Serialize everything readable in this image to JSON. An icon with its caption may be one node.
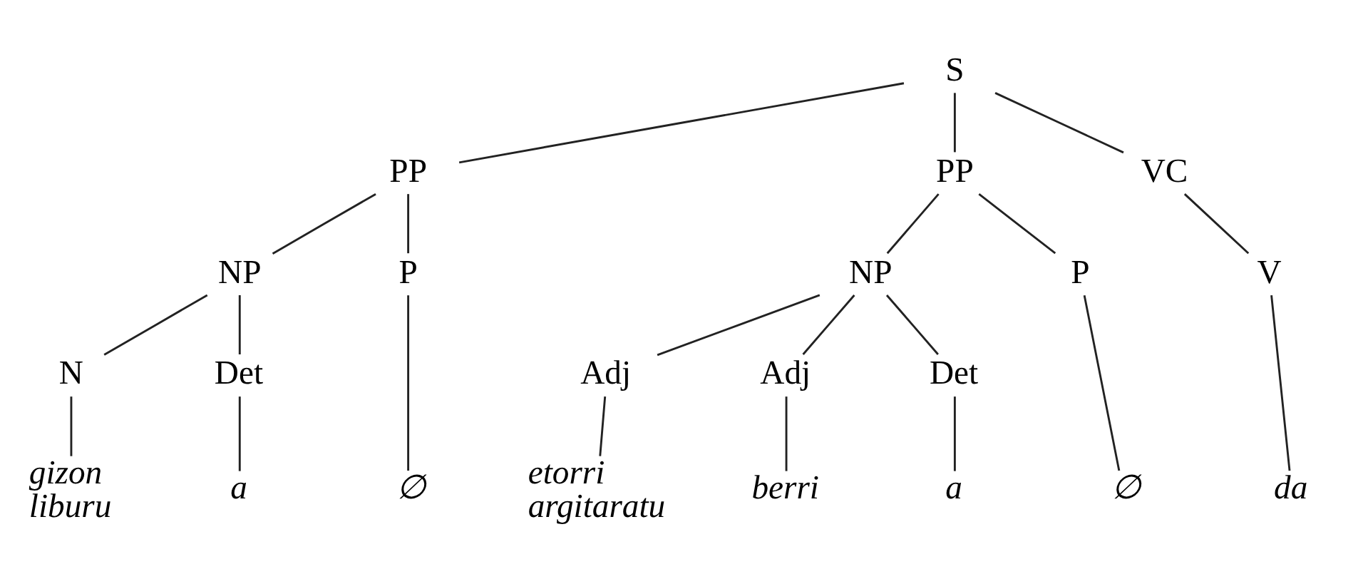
{
  "diagram": {
    "nodes": [
      {
        "text": [
          "S"
        ]
      },
      {
        "text": [
          "PP"
        ]
      },
      {
        "text": [
          "PP"
        ]
      },
      {
        "text": [
          "VC"
        ]
      },
      {
        "text": [
          "NP"
        ]
      },
      {
        "text": [
          "P"
        ]
      },
      {
        "text": [
          "NP"
        ]
      },
      {
        "text": [
          "P"
        ]
      },
      {
        "text": [
          "V"
        ]
      },
      {
        "text": [
          "N"
        ]
      },
      {
        "text": [
          "Det"
        ]
      },
      {
        "text": [
          "Adj"
        ]
      },
      {
        "text": [
          "Adj"
        ]
      },
      {
        "text": [
          "Det"
        ]
      },
      {
        "text": [
          "gizon liburu"
        ]
      },
      {
        "text": [
          "a"
        ]
      },
      {
        "text": [
          "∅"
        ]
      },
      {
        "text": [
          "etorri argitaratu"
        ]
      },
      {
        "text": [
          "berri"
        ]
      },
      {
        "text": [
          "a"
        ]
      },
      {
        "text": [
          "∅"
        ]
      },
      {
        "text": [
          "da"
        ]
      }
    ],
    "edges": [
      {
        "from": 0,
        "to": 1,
        "arrow": "none"
      },
      {
        "from": 0,
        "to": 2,
        "arrow": "none"
      },
      {
        "from": 0,
        "to": 3,
        "arrow": "none"
      },
      {
        "from": 1,
        "to": 4,
        "arrow": "none"
      },
      {
        "from": 1,
        "to": 5,
        "arrow": "none"
      },
      {
        "from": 2,
        "to": 6,
        "arrow": "none"
      },
      {
        "from": 2,
        "to": 7,
        "arrow": "none"
      },
      {
        "from": 3,
        "to": 8,
        "arrow": "none"
      },
      {
        "from": 4,
        "to": 9,
        "arrow": "none"
      },
      {
        "from": 4,
        "to": 10,
        "arrow": "none"
      },
      {
        "from": 5,
        "to": 16,
        "arrow": "none"
      },
      {
        "from": 6,
        "to": 11,
        "arrow": "none"
      },
      {
        "from": 6,
        "to": 12,
        "arrow": "none"
      },
      {
        "from": 6,
        "to": 13,
        "arrow": "none"
      },
      {
        "from": 7,
        "to": 20,
        "arrow": "none"
      },
      {
        "from": 8,
        "to": 21,
        "arrow": "none"
      },
      {
        "from": 9,
        "to": 14,
        "arrow": "none"
      },
      {
        "from": 10,
        "to": 15,
        "arrow": "none"
      },
      {
        "from": 11,
        "to": 17,
        "arrow": "none"
      },
      {
        "from": 12,
        "to": 18,
        "arrow": "none"
      },
      {
        "from": 13,
        "to": 19,
        "arrow": "none"
      }
    ]
  }
}
